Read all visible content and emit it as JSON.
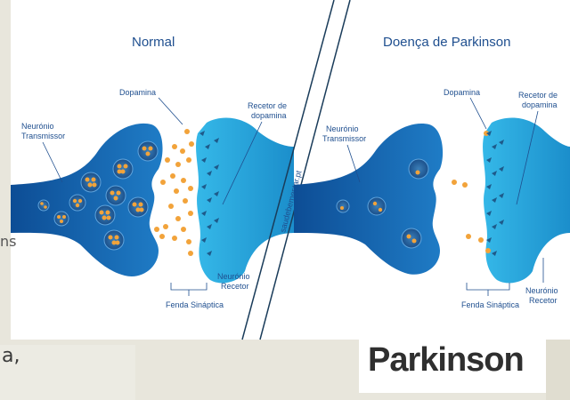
{
  "left_panel": {
    "title": "Normal",
    "labels": {
      "dopamina": "Dopamina",
      "neuronio_transmissor": [
        "Neurónio",
        "Transmissor"
      ],
      "recetor_de_dopamina": [
        "Recetor de",
        "dopamina"
      ],
      "neuronio_recetor": [
        "Neurónio",
        "Recetor"
      ],
      "fenda_sinaptica": "Fenda Sináptica"
    }
  },
  "right_panel": {
    "title": "Doença de Parkinson",
    "labels": {
      "dopamina": "Dopamina",
      "neuronio_transmissor": [
        "Neurónio",
        "Transmissor"
      ],
      "recetor_de_dopamina": [
        "Recetor de",
        "dopamina"
      ],
      "neuronio_recetor": [
        "Neurónio",
        "Recetor"
      ],
      "fenda_sinaptica": "Fenda Sináptica"
    }
  },
  "watermark": "saudebemestar.pt",
  "background_text": {
    "fragment_ns": "ns",
    "fragment_a": "a,",
    "parkinson": "Parkinson"
  },
  "colors": {
    "neuron_dark": "#1a5ea8",
    "neuron_light": "#2ab0e0",
    "dopamine": "#f2a33a",
    "label": "#1f4f8f"
  }
}
